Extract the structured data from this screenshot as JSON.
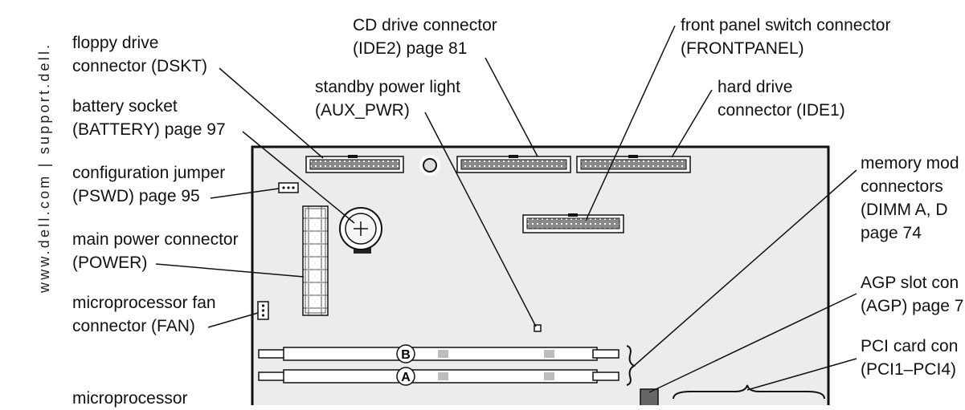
{
  "side_text": "www.dell.com | support.dell.",
  "labels": {
    "floppy": [
      "floppy drive",
      "connector (DSKT)"
    ],
    "battery": [
      "battery socket",
      "(BATTERY) page 97"
    ],
    "config": [
      "configuration jumper",
      "(PSWD) page 95"
    ],
    "power": [
      "main power connector",
      "(POWER)"
    ],
    "fan": [
      "microprocessor fan",
      "connector (FAN)"
    ],
    "microprocessor": [
      "microprocessor"
    ],
    "cd": [
      "CD drive connector",
      "(IDE2) page 81"
    ],
    "standby": [
      "standby power light",
      "(AUX_PWR)"
    ],
    "frontpanel": [
      "front panel switch connector",
      "(FRONTPANEL)"
    ],
    "harddrive": [
      "hard drive",
      "connector (IDE1)"
    ],
    "memory": [
      "memory mod",
      "connectors",
      "(DIMM A, D",
      "page 74"
    ],
    "agp": [
      "AGP slot con",
      "(AGP) page 7"
    ],
    "pci": [
      "PCI card con",
      "(PCI1–PCI4)"
    ]
  },
  "dimm_letters": {
    "b": "B",
    "a": "A"
  },
  "colors": {
    "line": "#111111",
    "board": "#ececec",
    "connector": "#8a8a8a",
    "slot_mark": "#bdbdbd"
  }
}
